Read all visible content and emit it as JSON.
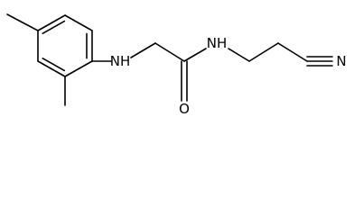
{
  "molecule": {
    "atoms": {
      "amine": "NH",
      "amide_nitrogen": "NH",
      "carbonyl_oxygen": "O",
      "nitrile_nitrogen": "N"
    },
    "colors": {
      "bond": "#000000",
      "label": "#000000",
      "background": "#ffffff"
    }
  }
}
